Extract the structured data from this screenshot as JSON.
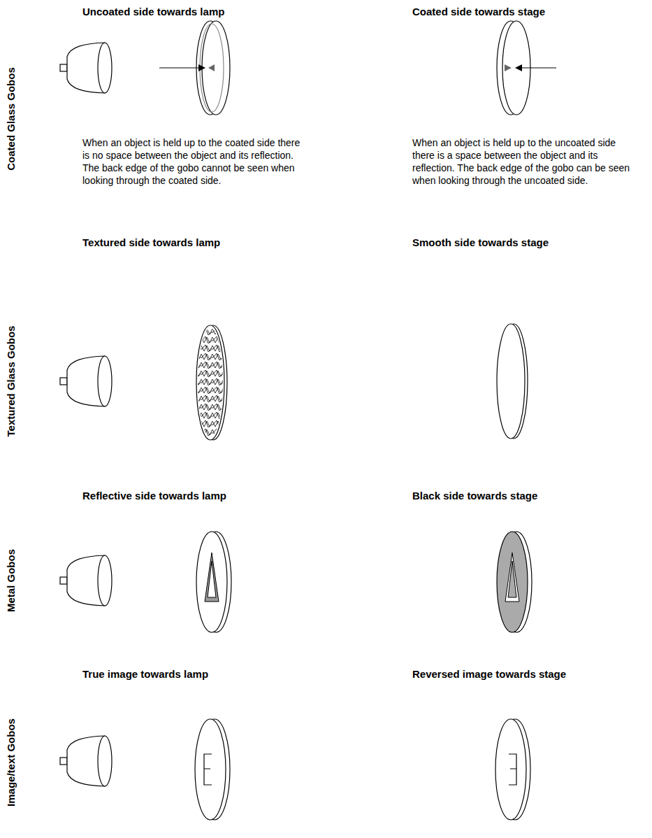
{
  "diagram": {
    "labels": [
      "Uncoated side towards lamp",
      "Coated side towards stage",
      "Coated Glass Gobos",
      "When an object is held up to the coated side there is no space between the object and its reflection. The back edge of the gobo cannot be seen when looking through the coated side.",
      "When an object is held up to the uncoated side there is a space between the object and its reflection. The back edge of the gobo can be seen when looking through the uncoated side.",
      "Textured side towards lamp",
      "Smooth side towards stage",
      "Textured Glass Gobos",
      "Reflective side towards lamp",
      "Black side towards stage",
      "Metal Gobos",
      "True image towards lamp",
      "Reversed image towards stage",
      "Image/text Gobos"
    ]
  }
}
